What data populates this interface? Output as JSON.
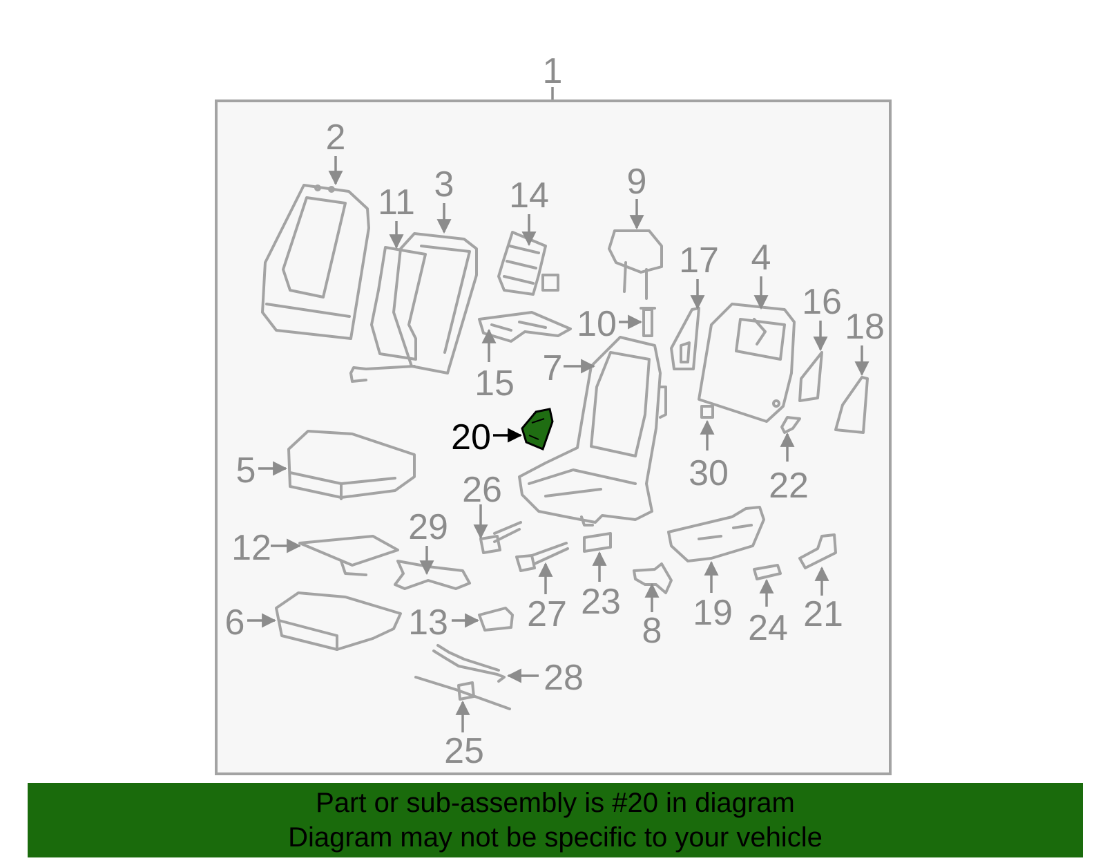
{
  "colors": {
    "highlight": "#1f6d12",
    "banner": "#1a6b0c",
    "parts_stroke": "#a3a3a3",
    "frame_bg": "#f7f7f7"
  },
  "diagram": {
    "assembly_label": "1",
    "highlighted_part": "20",
    "callouts": {
      "c2": "2",
      "c3": "3",
      "c4": "4",
      "c5": "5",
      "c6": "6",
      "c7": "7",
      "c8": "8",
      "c9": "9",
      "c10": "10",
      "c11": "11",
      "c12": "12",
      "c13": "13",
      "c14": "14",
      "c15": "15",
      "c16": "16",
      "c17": "17",
      "c18": "18",
      "c19": "19",
      "c20": "20",
      "c21": "21",
      "c22": "22",
      "c23": "23",
      "c24": "24",
      "c25": "25",
      "c26": "26",
      "c27": "27",
      "c28": "28",
      "c29": "29",
      "c30": "30"
    }
  },
  "footer": {
    "line1": "Part or sub-assembly is #20 in diagram",
    "line2": "Diagram may not be specific to your vehicle"
  }
}
